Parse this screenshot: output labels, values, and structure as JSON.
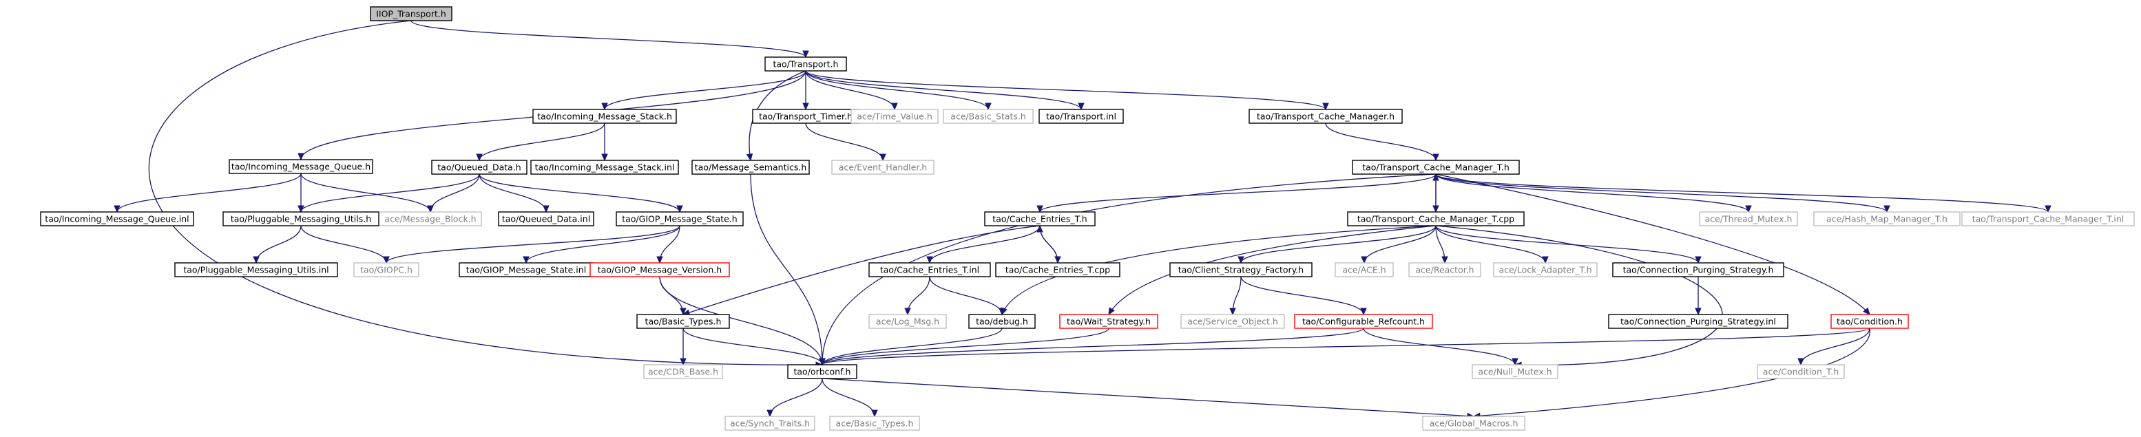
{
  "colors": {
    "edge": "#191970",
    "root_fill": "#bfbfbf",
    "documented_border": "#000000",
    "truncated_border": "#ff0000",
    "external_border": "#bfbfbf",
    "external_text": "#7f7f7f"
  },
  "diagram": {
    "nodes": [
      {
        "id": "iiop_transport_h",
        "label": "IIOP_Transport.h",
        "style": "root"
      },
      {
        "id": "tao_transport_h",
        "label": "tao/Transport.h",
        "style": "doc"
      },
      {
        "id": "tao_incoming_message_queue_h",
        "label": "tao/Incoming_Message_Queue.h",
        "style": "doc"
      },
      {
        "id": "tao_incoming_message_stack_h",
        "label": "tao/Incoming_Message_Stack.h",
        "style": "doc"
      },
      {
        "id": "tao_message_semantics_h",
        "label": "tao/Message_Semantics.h",
        "style": "doc"
      },
      {
        "id": "tao_transport_timer_h",
        "label": "tao/Transport_Timer.h",
        "style": "doc"
      },
      {
        "id": "ace_time_value_h",
        "label": "ace/Time_Value.h",
        "style": "ext"
      },
      {
        "id": "ace_basic_stats_h",
        "label": "ace/Basic_Stats.h",
        "style": "ext"
      },
      {
        "id": "tao_transport_inl",
        "label": "tao/Transport.inl",
        "style": "doc"
      },
      {
        "id": "tao_transport_cache_manager_h",
        "label": "tao/Transport_Cache_Manager.h",
        "style": "doc"
      },
      {
        "id": "tao_queued_data_h",
        "label": "tao/Queued_Data.h",
        "style": "doc"
      },
      {
        "id": "tao_incoming_message_stack_inl",
        "label": "tao/Incoming_Message_Stack.inl",
        "style": "doc"
      },
      {
        "id": "ace_event_handler_h",
        "label": "ace/Event_Handler.h",
        "style": "ext"
      },
      {
        "id": "tao_transport_cache_manager_t_h",
        "label": "tao/Transport_Cache_Manager_T.h",
        "style": "doc"
      },
      {
        "id": "tao_incoming_message_queue_inl",
        "label": "tao/Incoming_Message_Queue.inl",
        "style": "doc"
      },
      {
        "id": "tao_pluggable_messaging_utils_h",
        "label": "tao/Pluggable_Messaging_Utils.h",
        "style": "doc"
      },
      {
        "id": "ace_message_block_h",
        "label": "ace/Message_Block.h",
        "style": "ext"
      },
      {
        "id": "tao_queued_data_inl",
        "label": "tao/Queued_Data.inl",
        "style": "doc"
      },
      {
        "id": "tao_giop_message_state_h",
        "label": "tao/GIOP_Message_State.h",
        "style": "doc"
      },
      {
        "id": "tao_cache_entries_t_h",
        "label": "tao/Cache_Entries_T.h",
        "style": "doc"
      },
      {
        "id": "tao_transport_cache_manager_t_cpp",
        "label": "tao/Transport_Cache_Manager_T.cpp",
        "style": "doc"
      },
      {
        "id": "ace_thread_mutex_h",
        "label": "ace/Thread_Mutex.h",
        "style": "ext"
      },
      {
        "id": "ace_hash_map_manager_t_h",
        "label": "ace/Hash_Map_Manager_T.h",
        "style": "ext"
      },
      {
        "id": "tao_transport_cache_manager_t_inl",
        "label": "tao/Transport_Cache_Manager_T.inl",
        "style": "ext"
      },
      {
        "id": "tao_pluggable_messaging_utils_inl",
        "label": "tao/Pluggable_Messaging_Utils.inl",
        "style": "doc"
      },
      {
        "id": "tao_giopc_h",
        "label": "tao/GIOPC.h",
        "style": "ext"
      },
      {
        "id": "tao_giop_message_state_inl",
        "label": "tao/GIOP_Message_State.inl",
        "style": "doc"
      },
      {
        "id": "tao_giop_message_version_h",
        "label": "tao/GIOP_Message_Version.h",
        "style": "trunc"
      },
      {
        "id": "tao_cache_entries_t_inl",
        "label": "tao/Cache_Entries_T.inl",
        "style": "doc"
      },
      {
        "id": "tao_cache_entries_t_cpp",
        "label": "tao/Cache_Entries_T.cpp",
        "style": "doc"
      },
      {
        "id": "tao_client_strategy_factory_h",
        "label": "tao/Client_Strategy_Factory.h",
        "style": "doc"
      },
      {
        "id": "ace_ace_h",
        "label": "ace/ACE.h",
        "style": "ext"
      },
      {
        "id": "ace_reactor_h",
        "label": "ace/Reactor.h",
        "style": "ext"
      },
      {
        "id": "ace_lock_adapter_t_h",
        "label": "ace/Lock_Adapter_T.h",
        "style": "ext"
      },
      {
        "id": "tao_connection_purging_strategy_h",
        "label": "tao/Connection_Purging_Strategy.h",
        "style": "doc"
      },
      {
        "id": "tao_basic_types_h",
        "label": "tao/Basic_Types.h",
        "style": "doc"
      },
      {
        "id": "ace_log_msg_h",
        "label": "ace/Log_Msg.h",
        "style": "ext"
      },
      {
        "id": "tao_debug_h",
        "label": "tao/debug.h",
        "style": "doc"
      },
      {
        "id": "tao_wait_strategy_h",
        "label": "tao/Wait_Strategy.h",
        "style": "trunc"
      },
      {
        "id": "ace_service_object_h",
        "label": "ace/Service_Object.h",
        "style": "ext"
      },
      {
        "id": "tao_configurable_refcount_h",
        "label": "tao/Configurable_Refcount.h",
        "style": "trunc"
      },
      {
        "id": "tao_connection_purging_strategy_inl",
        "label": "tao/Connection_Purging_Strategy.inl",
        "style": "doc"
      },
      {
        "id": "tao_condition_h",
        "label": "tao/Condition.h",
        "style": "trunc"
      },
      {
        "id": "ace_cdr_base_h",
        "label": "ace/CDR_Base.h",
        "style": "ext"
      },
      {
        "id": "tao_orbconf_h",
        "label": "tao/orbconf.h",
        "style": "doc"
      },
      {
        "id": "ace_null_mutex_h",
        "label": "ace/Null_Mutex.h",
        "style": "ext"
      },
      {
        "id": "ace_condition_t_h",
        "label": "ace/Condition_T.h",
        "style": "ext"
      },
      {
        "id": "ace_synch_traits_h",
        "label": "ace/Synch_Traits.h",
        "style": "ext"
      },
      {
        "id": "ace_basic_types_h",
        "label": "ace/Basic_Types.h",
        "style": "ext"
      },
      {
        "id": "ace_global_macros_h",
        "label": "ace/Global_Macros.h",
        "style": "ext"
      }
    ],
    "edges": [
      [
        "iiop_transport_h",
        "tao_transport_h"
      ],
      [
        "iiop_transport_h",
        "tao_orbconf_h"
      ],
      [
        "tao_transport_h",
        "tao_incoming_message_queue_h"
      ],
      [
        "tao_transport_h",
        "tao_incoming_message_stack_h"
      ],
      [
        "tao_transport_h",
        "tao_message_semantics_h"
      ],
      [
        "tao_transport_h",
        "tao_transport_timer_h"
      ],
      [
        "tao_transport_h",
        "ace_time_value_h"
      ],
      [
        "tao_transport_h",
        "ace_basic_stats_h"
      ],
      [
        "tao_transport_h",
        "tao_transport_inl"
      ],
      [
        "tao_transport_h",
        "tao_transport_cache_manager_h"
      ],
      [
        "tao_incoming_message_queue_h",
        "tao_incoming_message_queue_inl"
      ],
      [
        "tao_incoming_message_queue_h",
        "tao_pluggable_messaging_utils_h"
      ],
      [
        "tao_incoming_message_queue_h",
        "ace_message_block_h"
      ],
      [
        "tao_incoming_message_stack_h",
        "tao_queued_data_h"
      ],
      [
        "tao_incoming_message_stack_h",
        "tao_incoming_message_stack_inl"
      ],
      [
        "tao_queued_data_h",
        "tao_pluggable_messaging_utils_h"
      ],
      [
        "tao_queued_data_h",
        "ace_message_block_h"
      ],
      [
        "tao_queued_data_h",
        "tao_queued_data_inl"
      ],
      [
        "tao_queued_data_h",
        "tao_giop_message_state_h"
      ],
      [
        "tao_pluggable_messaging_utils_h",
        "tao_pluggable_messaging_utils_inl"
      ],
      [
        "tao_pluggable_messaging_utils_h",
        "tao_giopc_h"
      ],
      [
        "tao_giop_message_state_h",
        "tao_giopc_h"
      ],
      [
        "tao_giop_message_state_h",
        "tao_giop_message_state_inl"
      ],
      [
        "tao_giop_message_state_h",
        "tao_giop_message_version_h"
      ],
      [
        "tao_giop_message_version_h",
        "tao_basic_types_h"
      ],
      [
        "tao_giop_message_version_h",
        "tao_orbconf_h"
      ],
      [
        "tao_message_semantics_h",
        "tao_orbconf_h"
      ],
      [
        "tao_transport_timer_h",
        "ace_event_handler_h"
      ],
      [
        "tao_transport_cache_manager_h",
        "tao_transport_cache_manager_t_h"
      ],
      [
        "tao_transport_cache_manager_t_h",
        "tao_cache_entries_t_h"
      ],
      [
        "tao_transport_cache_manager_t_h",
        "tao_transport_cache_manager_t_cpp"
      ],
      [
        "tao_transport_cache_manager_t_h",
        "ace_thread_mutex_h"
      ],
      [
        "tao_transport_cache_manager_t_h",
        "ace_hash_map_manager_t_h"
      ],
      [
        "tao_transport_cache_manager_t_h",
        "tao_transport_cache_manager_t_inl"
      ],
      [
        "tao_transport_cache_manager_t_h",
        "tao_condition_h"
      ],
      [
        "tao_transport_cache_manager_t_h",
        "tao_orbconf_h"
      ],
      [
        "tao_transport_cache_manager_t_cpp",
        "tao_transport_cache_manager_t_h"
      ],
      [
        "tao_transport_cache_manager_t_cpp",
        "tao_client_strategy_factory_h"
      ],
      [
        "tao_transport_cache_manager_t_cpp",
        "ace_ace_h"
      ],
      [
        "tao_transport_cache_manager_t_cpp",
        "ace_reactor_h"
      ],
      [
        "tao_transport_cache_manager_t_cpp",
        "ace_lock_adapter_t_h"
      ],
      [
        "tao_transport_cache_manager_t_cpp",
        "tao_connection_purging_strategy_h"
      ],
      [
        "tao_transport_cache_manager_t_cpp",
        "tao_debug_h"
      ],
      [
        "tao_transport_cache_manager_t_cpp",
        "tao_wait_strategy_h"
      ],
      [
        "tao_transport_cache_manager_t_cpp",
        "ace_null_mutex_h"
      ],
      [
        "tao_cache_entries_t_h",
        "tao_cache_entries_t_inl"
      ],
      [
        "tao_cache_entries_t_h",
        "tao_cache_entries_t_cpp"
      ],
      [
        "tao_cache_entries_t_h",
        "tao_basic_types_h"
      ],
      [
        "tao_cache_entries_t_cpp",
        "tao_cache_entries_t_h"
      ],
      [
        "tao_cache_entries_t_inl",
        "ace_log_msg_h"
      ],
      [
        "tao_cache_entries_t_inl",
        "tao_debug_h"
      ],
      [
        "tao_client_strategy_factory_h",
        "ace_service_object_h"
      ],
      [
        "tao_client_strategy_factory_h",
        "tao_configurable_refcount_h"
      ],
      [
        "tao_configurable_refcount_h",
        "tao_orbconf_h"
      ],
      [
        "tao_configurable_refcount_h",
        "ace_null_mutex_h"
      ],
      [
        "tao_connection_purging_strategy_h",
        "tao_connection_purging_strategy_inl"
      ],
      [
        "tao_wait_strategy_h",
        "tao_orbconf_h"
      ],
      [
        "tao_debug_h",
        "tao_orbconf_h"
      ],
      [
        "tao_condition_h",
        "tao_orbconf_h"
      ],
      [
        "tao_condition_h",
        "ace_condition_t_h"
      ],
      [
        "tao_condition_h",
        "ace_global_macros_h"
      ],
      [
        "tao_basic_types_h",
        "ace_cdr_base_h"
      ],
      [
        "tao_basic_types_h",
        "tao_orbconf_h"
      ],
      [
        "tao_orbconf_h",
        "ace_synch_traits_h"
      ],
      [
        "tao_orbconf_h",
        "ace_basic_types_h"
      ],
      [
        "tao_orbconf_h",
        "ace_global_macros_h"
      ]
    ]
  }
}
